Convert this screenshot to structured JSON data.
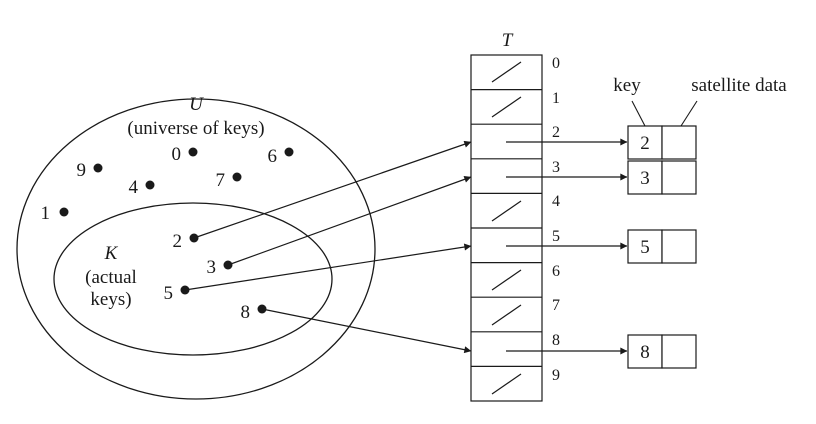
{
  "table": {
    "name": "T",
    "indices": [
      "0",
      "1",
      "2",
      "3",
      "4",
      "5",
      "6",
      "7",
      "8",
      "9"
    ],
    "slots": [
      {
        "index": "0",
        "value": null
      },
      {
        "index": "1",
        "value": null
      },
      {
        "index": "2",
        "value": "2"
      },
      {
        "index": "3",
        "value": "3"
      },
      {
        "index": "4",
        "value": null
      },
      {
        "index": "5",
        "value": "5"
      },
      {
        "index": "6",
        "value": null
      },
      {
        "index": "7",
        "value": null
      },
      {
        "index": "8",
        "value": "8"
      },
      {
        "index": "9",
        "value": null
      }
    ]
  },
  "universe": {
    "symbol": "U",
    "caption": "(universe of keys)",
    "keys": [
      "0",
      "1",
      "4",
      "6",
      "7",
      "9"
    ]
  },
  "actual": {
    "symbol": "K",
    "caption_line1": "(actual",
    "caption_line2": "keys)",
    "keys": [
      "2",
      "3",
      "5",
      "8"
    ]
  },
  "elements": [
    {
      "key": "2"
    },
    {
      "key": "3"
    },
    {
      "key": "5"
    },
    {
      "key": "8"
    }
  ],
  "labels": {
    "key": "key",
    "satellite": "satellite data"
  }
}
